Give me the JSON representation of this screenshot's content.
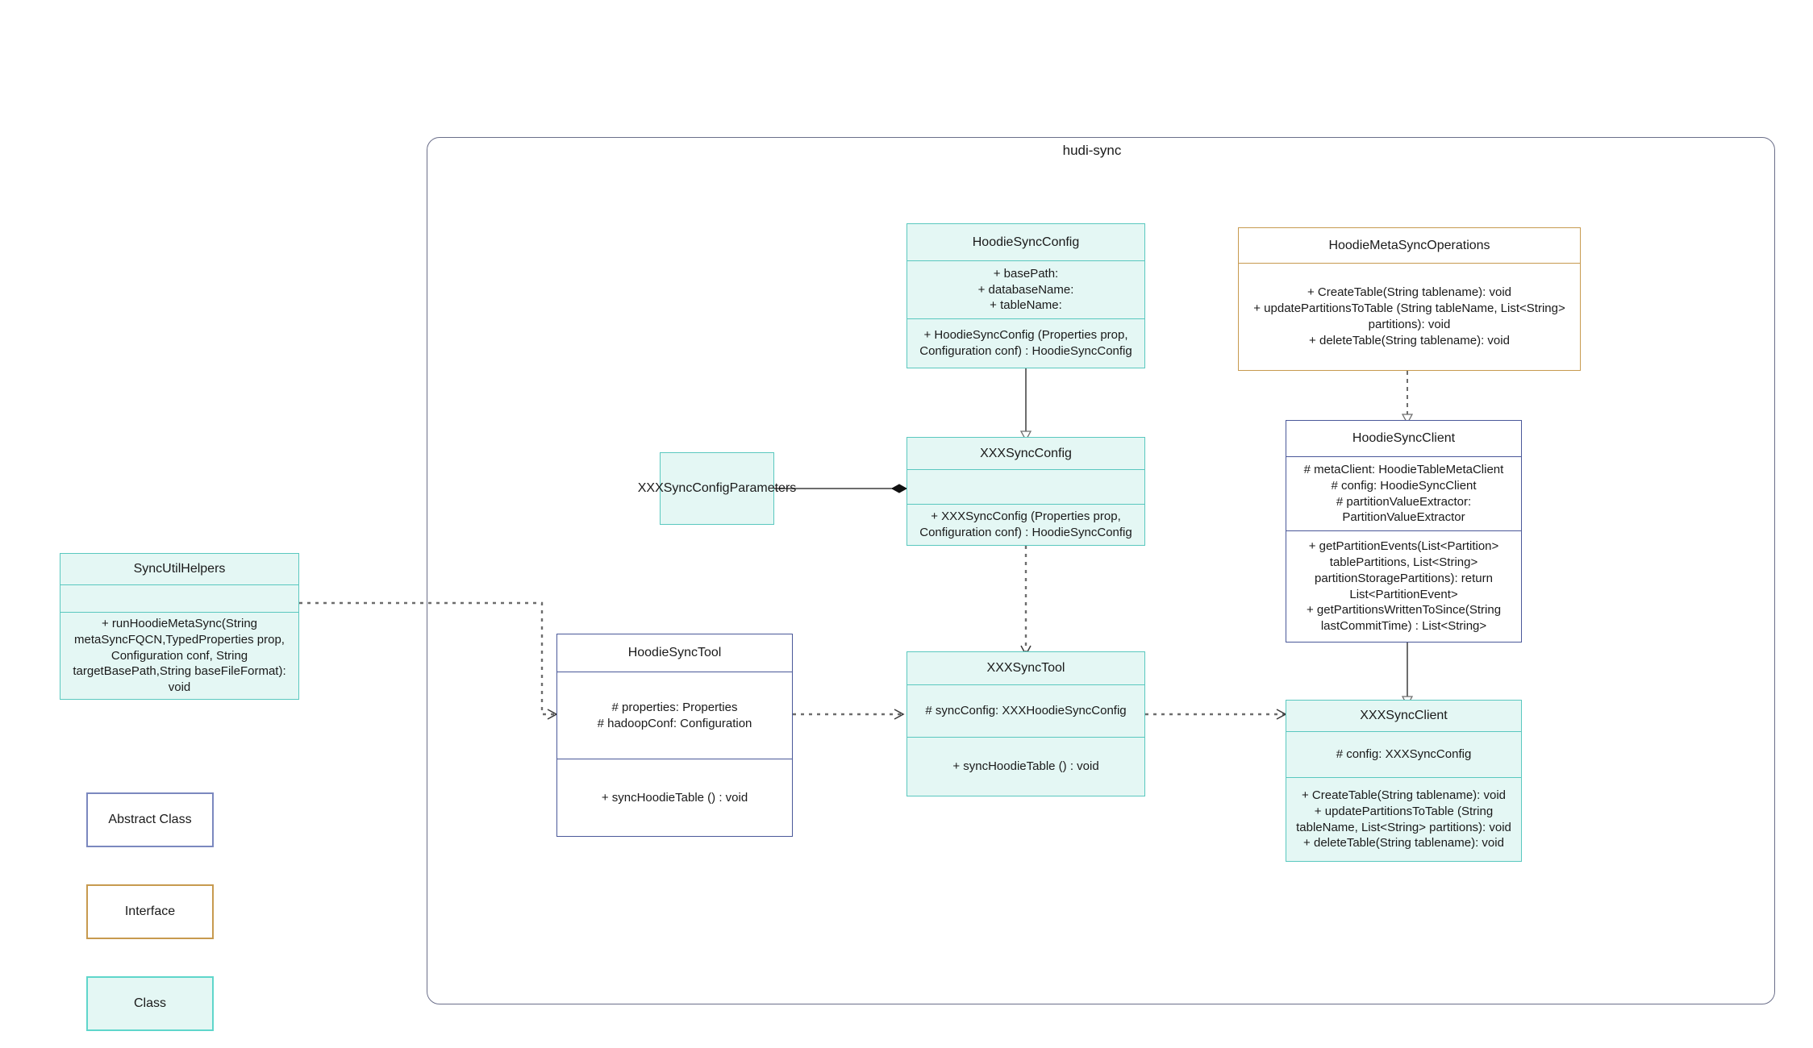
{
  "diagram": {
    "package": {
      "title": "hudi-sync"
    },
    "legend": [
      {
        "name": "legend-abstract-class",
        "label": "Abstract Class",
        "style": "abstract",
        "border_color": "#7b88bf",
        "fill": "#ffffff"
      },
      {
        "name": "legend-interface",
        "label": "Interface",
        "style": "interface",
        "border_color": "#c79a4f",
        "fill": "#ffffff"
      },
      {
        "name": "legend-class",
        "label": "Class",
        "style": "class",
        "border_color": "#5fd6cb",
        "fill": "#e4f7f4"
      }
    ],
    "classes": {
      "sync_util_helpers": {
        "name": "SyncUtilHelpers",
        "stereotype": "class",
        "attributes": "",
        "methods": "+    runHoodieMetaSync(String metaSyncFQCN,TypedProperties prop, Configuration conf, String targetBasePath,String baseFileFormat): void"
      },
      "hoodie_sync_config": {
        "name": "HoodieSyncConfig",
        "stereotype": "class",
        "attributes": "+    basePath:\n+   databaseName:\n+    tableName:",
        "methods": "+    HoodieSyncConfig (Properties prop, Configuration conf) : HoodieSyncConfig"
      },
      "hoodie_meta_sync_operations": {
        "name": "HoodieMetaSyncOperations",
        "stereotype": "interface",
        "attributes": "",
        "methods": "+    CreateTable(String tablename): void\n+    updatePartitionsToTable (String tableName, List<String> partitions): void\n+    deleteTable(String tablename): void"
      },
      "xxx_sync_config_parameters": {
        "name": "XXXSyncConfigParameters",
        "stereotype": "class",
        "attributes": "",
        "methods": ""
      },
      "xxx_sync_config": {
        "name": "XXXSyncConfig",
        "stereotype": "class",
        "attributes": "",
        "methods": "+   XXXSyncConfig (Properties prop, Configuration conf) : HoodieSyncConfig"
      },
      "hoodie_sync_client": {
        "name": "HoodieSyncClient",
        "stereotype": "abstract",
        "attributes": "#   metaClient: HoodieTableMetaClient\n#    config: HoodieSyncClient\n#     partitionValueExtractor: PartitionValueExtractor",
        "methods": "+   getPartitionEvents(List<Partition> tablePartitions, List<String> partitionStoragePartitions): return List<PartitionEvent>\n+   getPartitionsWrittenToSince(String lastCommitTime) : List<String>"
      },
      "hoodie_sync_tool": {
        "name": "HoodieSyncTool",
        "stereotype": "abstract",
        "attributes": "#   properties: Properties\n#   hadoopConf: Configuration",
        "methods": "+   syncHoodieTable () : void"
      },
      "xxx_sync_tool": {
        "name": "XXXSyncTool",
        "stereotype": "class",
        "attributes": "#   syncConfig: XXXHoodieSyncConfig",
        "methods": "+   syncHoodieTable () : void"
      },
      "xxx_sync_client": {
        "name": "XXXSyncClient",
        "stereotype": "class",
        "attributes": "#    config: XXXSyncConfig",
        "methods": "+    CreateTable(String tablename): void\n+    updatePartitionsToTable (String tableName, List<String> partitions): void\n+    deleteTable(String tablename): void"
      }
    },
    "relations": [
      {
        "name": "edge-hoodiesyncconfig-to-xxxsyncconfig",
        "from": "hoodie_sync_config",
        "to": "xxx_sync_config",
        "kind": "generalization"
      },
      {
        "name": "edge-metasyncops-to-hoodiesyncclient",
        "from": "hoodie_meta_sync_operations",
        "to": "hoodie_sync_client",
        "kind": "realization"
      },
      {
        "name": "edge-xxxsyncconfigparameters-to-xxxsyncconfig",
        "from": "xxx_sync_config_parameters",
        "to": "xxx_sync_config",
        "kind": "composition"
      },
      {
        "name": "edge-xxxsyncconfig-to-xxxsynctool",
        "from": "xxx_sync_config",
        "to": "xxx_sync_tool",
        "kind": "dependency"
      },
      {
        "name": "edge-hoodiesyncclient-to-xxxsyncclient",
        "from": "hoodie_sync_client",
        "to": "xxx_sync_client",
        "kind": "generalization"
      },
      {
        "name": "edge-syncutilhelpers-to-hoodiesynctool",
        "from": "sync_util_helpers",
        "to": "hoodie_sync_tool",
        "kind": "dependency"
      },
      {
        "name": "edge-hoodiesynctool-to-xxxsynctool",
        "from": "hoodie_sync_tool",
        "to": "xxx_sync_tool",
        "kind": "dependency"
      },
      {
        "name": "edge-xxxsynctool-to-xxxsyncclient",
        "from": "xxx_sync_tool",
        "to": "xxx_sync_client",
        "kind": "dependency"
      }
    ],
    "colors": {
      "class_border": "#5ac8bf",
      "class_fill": "#e4f7f4",
      "abstract_border": "#4a5899",
      "interface_border": "#c79a4f",
      "package_border": "#6b6f8a",
      "edge": "#6d6d6d",
      "edge_solid": "#6d6d6d"
    }
  }
}
